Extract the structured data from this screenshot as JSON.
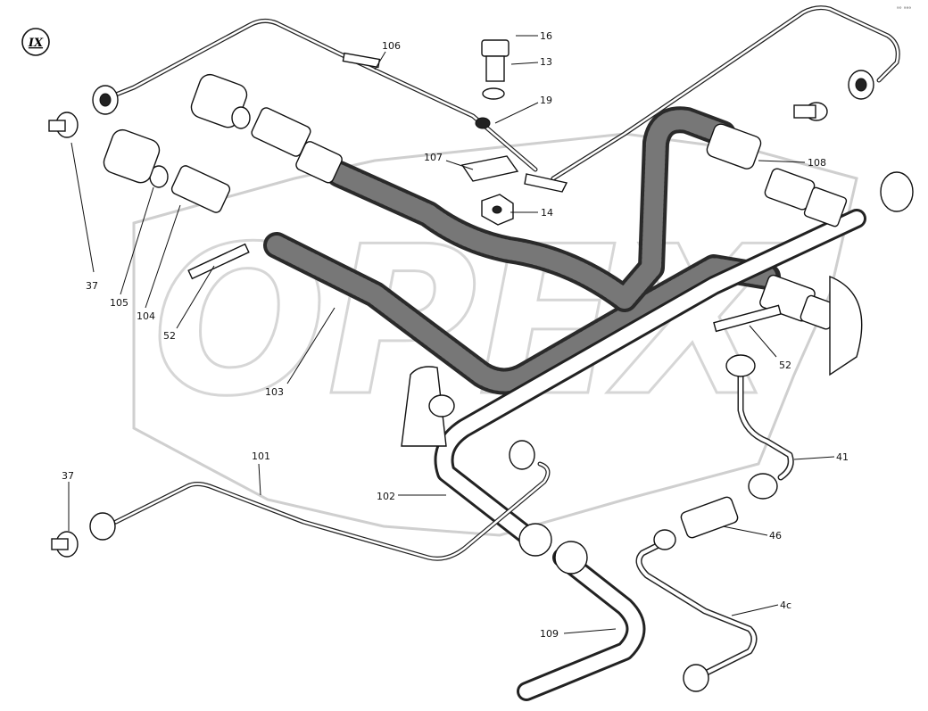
{
  "figure": {
    "section_mark": "IX",
    "corner_code": "ᵃᵒ ᵃᵃᵃ",
    "watermark": "OPEX"
  },
  "callouts": [
    {
      "id": "c16",
      "text": "16"
    },
    {
      "id": "c13",
      "text": "13"
    },
    {
      "id": "c19",
      "text": "19"
    },
    {
      "id": "c106",
      "text": "106"
    },
    {
      "id": "c107",
      "text": "107"
    },
    {
      "id": "c14",
      "text": "14"
    },
    {
      "id": "c108",
      "text": "108"
    },
    {
      "id": "c37a",
      "text": "37"
    },
    {
      "id": "c105",
      "text": "105"
    },
    {
      "id": "c104",
      "text": "104"
    },
    {
      "id": "c52a",
      "text": "52"
    },
    {
      "id": "c103",
      "text": "103"
    },
    {
      "id": "c52b",
      "text": "52"
    },
    {
      "id": "c41",
      "text": "41"
    },
    {
      "id": "c46",
      "text": "46"
    },
    {
      "id": "c101",
      "text": "101"
    },
    {
      "id": "c37b",
      "text": "37"
    },
    {
      "id": "c102",
      "text": "102"
    },
    {
      "id": "c109",
      "text": "109"
    },
    {
      "id": "c40",
      "text": "4c"
    }
  ]
}
